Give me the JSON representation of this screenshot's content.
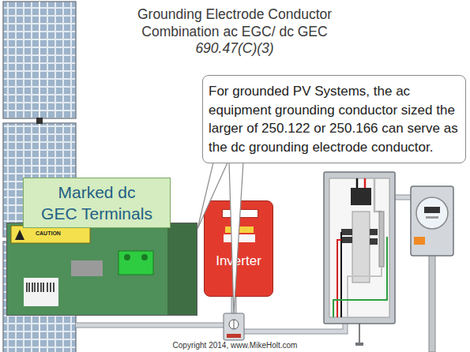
{
  "diagram": {
    "title": "Grounding Electrode Conductor Combination ac EGC/ dc GEC",
    "nodes": [
      {
        "text": [
          "For grounded PV Systems, the ac equipment grounding conductor sized the larger of 250.122 or 250.166 can serve as the dc grounding electrode conductor."
        ]
      },
      {
        "text": [
          "Marked dc GEC Terminals",
          "CAUTION"
        ]
      },
      {
        "text": [
          "Inverter"
        ]
      }
    ],
    "edges": [
      {
        "from": 0,
        "to": 1,
        "arrow": "none"
      }
    ],
    "labels": [
      "690.47(C)(3)",
      "Copyright 2014, www.MikeHolt.com"
    ]
  }
}
